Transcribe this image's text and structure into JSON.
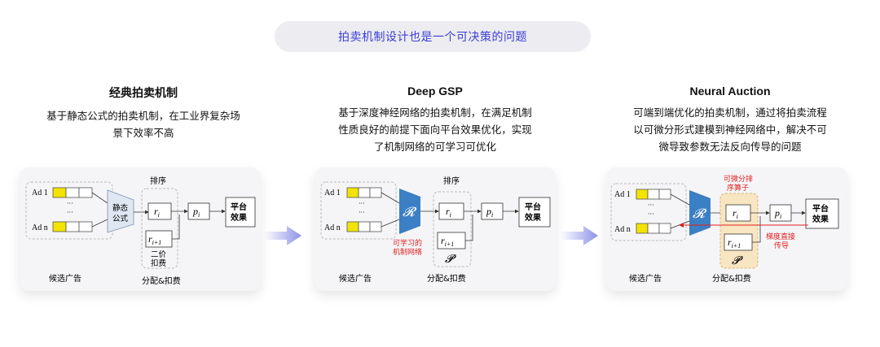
{
  "banner": "拍卖机制设计也是一个可决策的问题",
  "columns": [
    {
      "title": "经典拍卖机制",
      "desc_lines": [
        "基于静态公式的拍卖机制，在工业界复杂场",
        "景下效率不高"
      ]
    },
    {
      "title": "Deep GSP",
      "desc_lines": [
        "基于深度神经网络的拍卖机制，在满足机制",
        "性质良好的前提下面向平台效果优化，实现",
        "了机制网络的可学习可优化"
      ]
    },
    {
      "title": "Neural Auction",
      "desc_lines": [
        "可端到端优化的拍卖机制，通过将拍卖流程",
        "以可微分形式建模到神经网络中，解决不可",
        "微导致参数无法反向传导的问题"
      ]
    }
  ],
  "diagram": {
    "ad1": "Ad 1",
    "adn": "Ad n",
    "dots": "···",
    "sort": "排序",
    "static_formula_1": "静态",
    "static_formula_2": "公式",
    "r_i": "r",
    "r_i_sub": "i",
    "r_i1": "r",
    "r_i1_sub": "i+1",
    "p_i": "p",
    "p_i_sub": "i",
    "platform_1": "平台",
    "platform_2": "效果",
    "second_price_1": "二价",
    "second_price_2": "扣费",
    "candidates": "候选广告",
    "alloc": "分配&扣费",
    "R": "𝓡",
    "P": "𝓟",
    "learnable_1": "可学习的",
    "learnable_2": "机制网络",
    "diff_sort_1": "可微分排",
    "diff_sort_2": "序算子",
    "grad_1": "梯度直接",
    "grad_2": "传导"
  },
  "colors": {
    "accent": "#3d3dd8",
    "network": "#3b7fc4",
    "highlight_yellow": "#f2e400",
    "gradient_red": "#e02020",
    "neural_sort_bg": "#f8e6c2"
  }
}
